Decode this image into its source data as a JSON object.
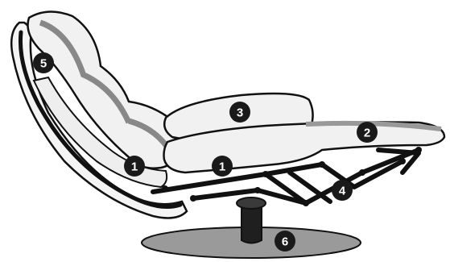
{
  "diagram": {
    "colors": {
      "outline": "#111111",
      "upholstery": "#f1f1f1",
      "upholstery_shadow": "#cfcfcf",
      "base_plate": "#9a9a9a",
      "callout_fill": "#1a1a1a",
      "callout_text": "#ffffff"
    },
    "callouts": {
      "headrest_frame": "5",
      "seat_left": "1",
      "seat_center": "1",
      "armrest": "3",
      "footrest": "2",
      "mechanism": "4",
      "base": "6"
    }
  }
}
